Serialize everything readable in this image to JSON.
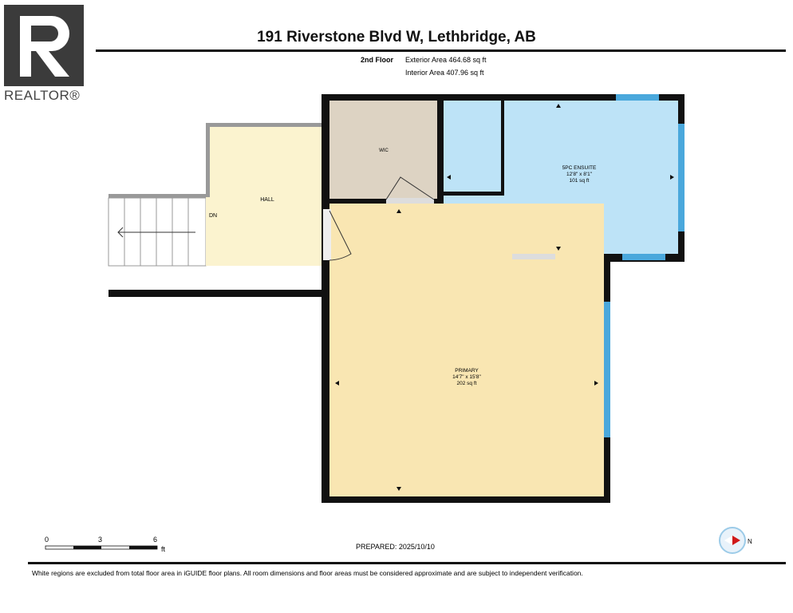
{
  "logo": {
    "text": "REALTOR®"
  },
  "header": {
    "title": "191 Riverstone Blvd W, Lethbridge, AB",
    "floor": "2nd Floor",
    "exterior_area": "Exterior Area 464.68 sq ft",
    "interior_area": "Interior Area 407.96 sq ft"
  },
  "rooms": [
    {
      "name": "HALL"
    },
    {
      "name": "WIC"
    },
    {
      "name": "5PC ENSUITE",
      "dims": "12'8\" x 8'1\"",
      "area": "101 sq ft"
    },
    {
      "name": "PRIMARY",
      "dims": "14'7\" x 15'8\"",
      "area": "202 sq ft"
    }
  ],
  "stairs": {
    "label": "DN"
  },
  "scale": {
    "ticks": [
      "0",
      "3",
      "6"
    ],
    "unit": "ft"
  },
  "compass": {
    "label": "N"
  },
  "footer": {
    "prepared": "PREPARED: 2025/10/10",
    "disclaimer": "White regions are excluded from total floor area in iGUIDE floor plans. All room dimensions and floor areas must be considered approximate and are subject to independent verification."
  },
  "colors": {
    "wall": "#111111",
    "hall": "#fbf3cf",
    "wic": "#ddd3c3",
    "ensuite": "#bde3f7",
    "primary": "#f9e6b2",
    "window": "#4aa8dc"
  }
}
